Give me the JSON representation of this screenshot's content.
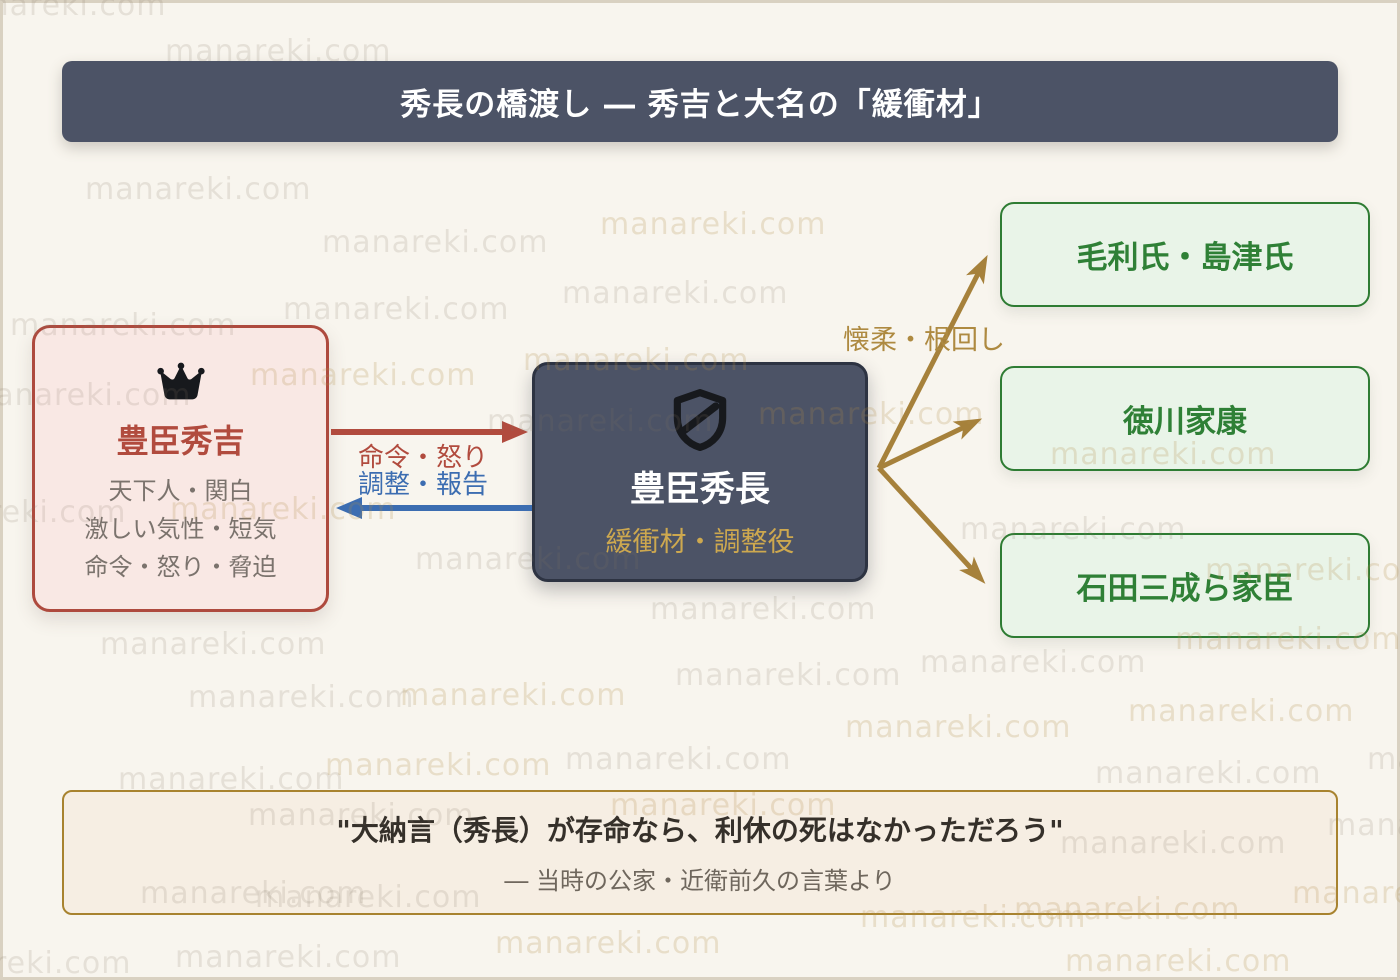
{
  "title": {
    "text": "秀長の橋渡し ― 秀吉と大名の「緩衝材」"
  },
  "hideyoshi": {
    "name": "豊臣秀吉",
    "traits": [
      "天下人・関白",
      "激しい気性・短気",
      "命令・怒り・脅迫"
    ],
    "icon": "crown-icon"
  },
  "hidenaga": {
    "name": "豊臣秀長",
    "role": "緩衝材・調整役",
    "icon": "shield-icon"
  },
  "daimyo": [
    {
      "label": "毛利氏・島津氏"
    },
    {
      "label": "徳川家康"
    },
    {
      "label": "石田三成ら家臣"
    }
  ],
  "arrows": {
    "to_hidenaga_label": "命令・怒り",
    "to_hideyoshi_label": "調整・報告",
    "to_daimyo_label": "懐柔・根回し"
  },
  "quote": {
    "text": "\"大納言（秀長）が存命なら、利休の死はなかっただろう\"",
    "attribution": "― 当時の公家・近衛前久の言葉より"
  },
  "watermark": {
    "text": "manareki.com"
  },
  "colors": {
    "background": "#f8f5ee",
    "slate": "#4c5366",
    "red": "#b14b3e",
    "pink": "#f9e8e4",
    "blue": "#3c6db1",
    "gold": "#a6813b",
    "green": "#2e7c33",
    "green_fill": "#e9f4e8",
    "quote_border": "#a8832f",
    "quote_fill": "#f6eee3"
  }
}
